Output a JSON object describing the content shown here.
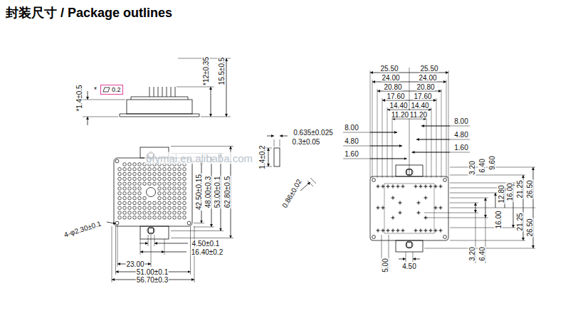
{
  "diagram": {
    "title": "封装尺寸  / Package outlines",
    "nodes": [
      {
        "text": [
          "0.2"
        ]
      }
    ],
    "labels": [
      "*",
      "*1.4±0.5",
      "*12±0.35",
      "15.5±0.5",
      "0.635±0.025",
      "0.3±0.05",
      "1.4±0.2",
      "0.86±0.02",
      "4-φ2.30±0.1",
      "42.50±0.15",
      "48.00±0.3",
      "53.00±0.1",
      "62.80±0.5",
      "4.50±0.1",
      "16.40±0.2",
      "23.00",
      "51.00±0.1",
      "56.70±0.3",
      "25.50",
      "25.50",
      "24.00",
      "24.00",
      "20.80",
      "20.80",
      "17.60",
      "17.60",
      "14.40",
      "14.40",
      "11.20",
      "11.20",
      "8.00",
      "4.80",
      "1.60",
      "8.00",
      "4.80",
      "1.60",
      "3.20",
      "6.40",
      "9.60",
      "12.80",
      "16.00",
      "21.25",
      "26.50",
      "16.00",
      "21.25",
      "26.50",
      "3.20",
      "6.40",
      "5.00",
      "4.50",
      "bfymai.en.alibaba.com"
    ]
  }
}
